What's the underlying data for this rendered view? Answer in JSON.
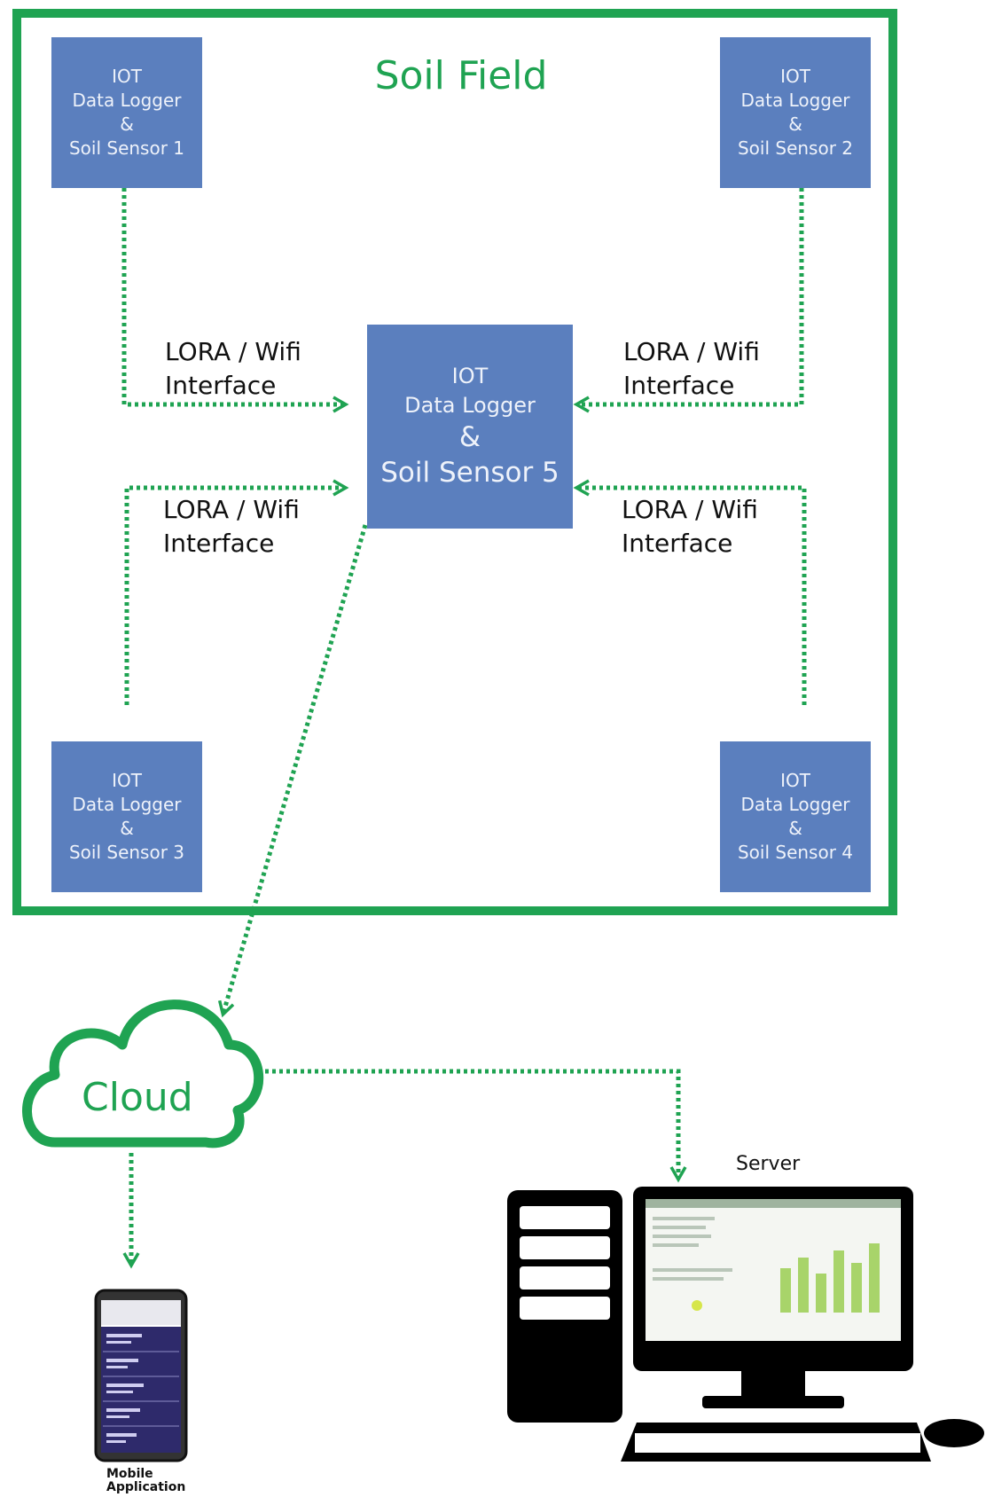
{
  "field": {
    "title": "Soil Field"
  },
  "nodes": [
    {
      "line1": "IOT",
      "line2": "Data Logger",
      "amp": "&",
      "line3": "Soil Sensor 1"
    },
    {
      "line1": "IOT",
      "line2": "Data Logger",
      "amp": "&",
      "line3": "Soil Sensor 2"
    },
    {
      "line1": "IOT",
      "line2": "Data Logger",
      "amp": "&",
      "line3": "Soil Sensor 3"
    },
    {
      "line1": "IOT",
      "line2": "Data Logger",
      "amp": "&",
      "line3": "Soil Sensor 4"
    },
    {
      "line1": "IOT",
      "line2": "Data Logger",
      "amp": "&",
      "line3": "Soil Sensor 5"
    }
  ],
  "interfaces": [
    {
      "line1": "LORA / Wifi",
      "line2": "Interface"
    },
    {
      "line1": "LORA / Wifi",
      "line2": "Interface"
    },
    {
      "line1": "LORA / Wifi",
      "line2": "Interface"
    },
    {
      "line1": "LORA / Wifi",
      "line2": "Interface"
    }
  ],
  "cloud": {
    "label": "Cloud"
  },
  "server": {
    "label": "Server"
  },
  "mobile": {
    "label_line1": "Mobile",
    "label_line2": "Application"
  },
  "colors": {
    "green": "#1fa352",
    "node_fill": "#5b7fbe",
    "node_text": "#eef2fa",
    "phone_screen": "#2e2a6b"
  }
}
